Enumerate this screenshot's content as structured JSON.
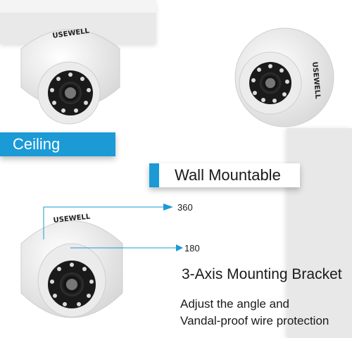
{
  "brand": "USEWELL",
  "labels": {
    "ceiling": "Ceiling",
    "wall": "Wall Mountable"
  },
  "rotation": {
    "pan": "360",
    "tilt": "180"
  },
  "feature": {
    "title": "3-Axis Mounting Bracket",
    "line1": "Adjust the angle and",
    "line2": "Vandal-proof wire protection"
  },
  "colors": {
    "accent": "#1b9ad6",
    "camera_body": "#f2f2f2",
    "lens": "#222222"
  }
}
